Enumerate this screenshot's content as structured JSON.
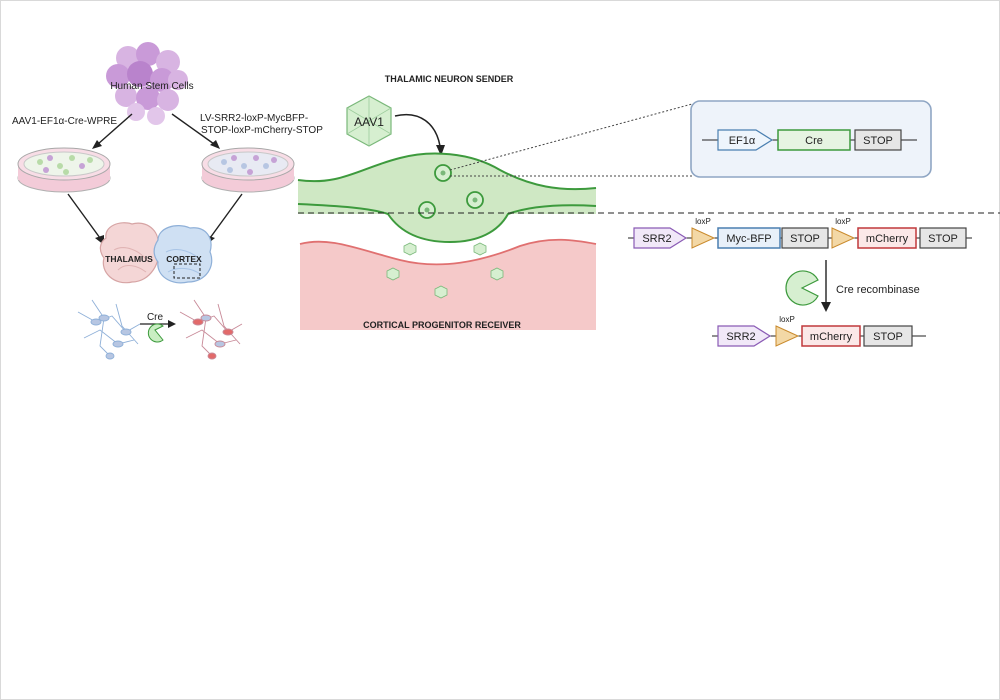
{
  "left_panel": {
    "stem_cells_label": "Human Stem Cells",
    "aav_construct_label": "AAV1-EF1α-Cre-WPRE",
    "lv_construct_line1": "LV-SRR2-loxP-MycBFP-",
    "lv_construct_line2": "STOP-loxP-mCherry-STOP",
    "thalamus_label": "THALAMUS",
    "cortex_label": "CORTEX",
    "cre_label": "Cre"
  },
  "middle_panel": {
    "sender_title": "THALAMIC NEURON SENDER",
    "virus_label": "AAV1",
    "receiver_title": "CORTICAL PROGENITOR RECEIVER"
  },
  "right_panel": {
    "sender_construct": {
      "promoter": "EF1α",
      "gene": "Cre",
      "stop": "STOP"
    },
    "receiver_construct": {
      "promoter": "SRR2",
      "lox1": "loxP",
      "reporter1": "Myc-BFP",
      "stop1": "STOP",
      "lox2": "loxP",
      "reporter2": "mCherry",
      "stop2": "STOP"
    },
    "recombinase_label": "Cre recombinase",
    "recombined_construct": {
      "promoter": "SRR2",
      "lox": "loxP",
      "reporter": "mCherry",
      "stop": "STOP"
    }
  },
  "colors": {
    "green": "#3d9a3d",
    "light_green": "#cfe8c4",
    "pink": "#f5c9c9",
    "purple": "#8a5bb5",
    "orange": "#e8b060",
    "blue": "#4a7fb0",
    "red": "#c0393b",
    "gray_box": "#e6e6e6"
  }
}
